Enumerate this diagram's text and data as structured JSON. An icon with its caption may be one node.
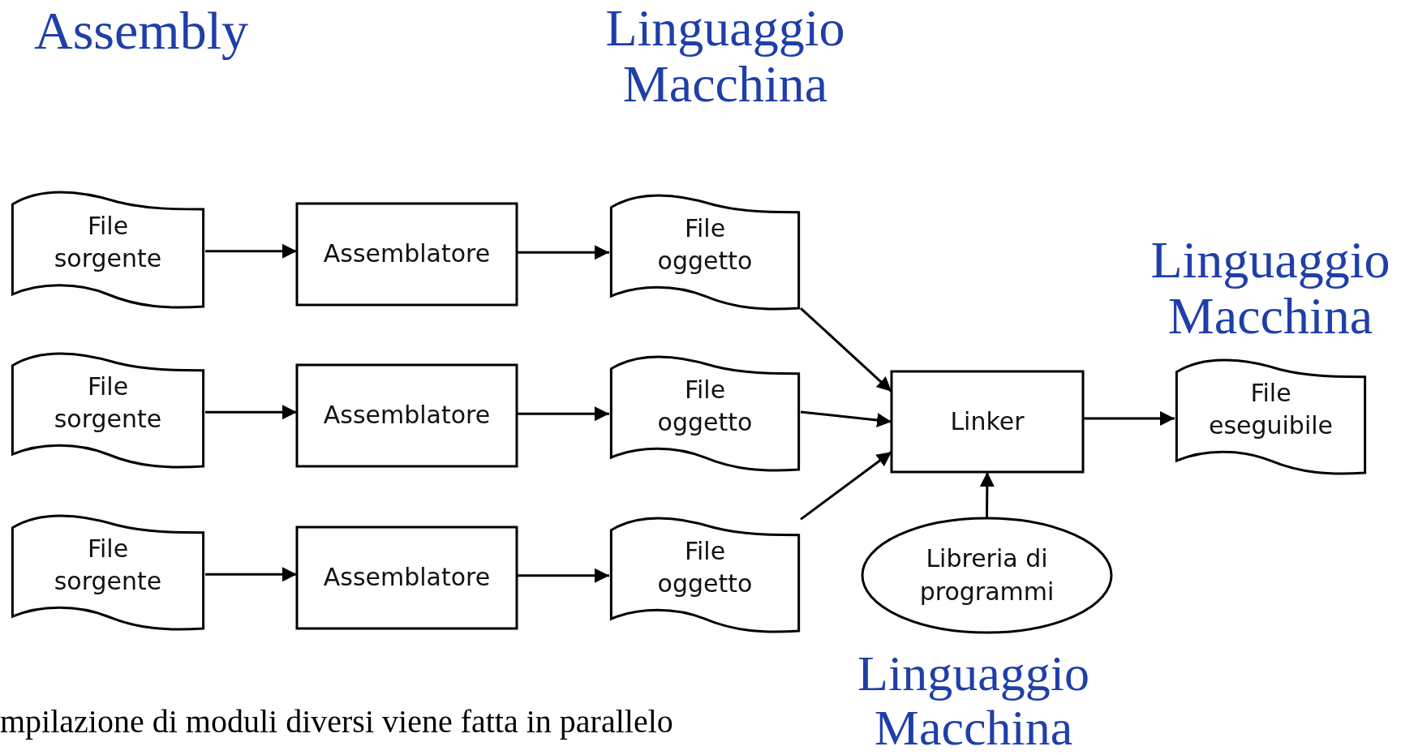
{
  "diagram": {
    "caption": "mpilazione di moduli diversi viene fatta in parallelo",
    "nodes": [
      {
        "text": [
          "File sorgente"
        ]
      },
      {
        "text": [
          "Assemblatore"
        ]
      },
      {
        "text": [
          "File oggetto"
        ]
      },
      {
        "text": [
          "File sorgente"
        ]
      },
      {
        "text": [
          "Assemblatore"
        ]
      },
      {
        "text": [
          "File oggetto"
        ]
      },
      {
        "text": [
          "File sorgente"
        ]
      },
      {
        "text": [
          "Assemblatore"
        ]
      },
      {
        "text": [
          "File oggetto"
        ]
      },
      {
        "text": [
          "Linker"
        ]
      },
      {
        "text": [
          "File eseguibile"
        ]
      },
      {
        "text": [
          "Libreria di programmi"
        ]
      }
    ],
    "edges": [
      {
        "from": 0,
        "to": 1,
        "arrow": "to"
      },
      {
        "from": 3,
        "to": 4,
        "arrow": "to"
      },
      {
        "from": 6,
        "to": 7,
        "arrow": "to"
      },
      {
        "from": 1,
        "to": 2,
        "arrow": "to"
      },
      {
        "from": 4,
        "to": 5,
        "arrow": "to"
      },
      {
        "from": 7,
        "to": 8,
        "arrow": "to"
      },
      {
        "from": 2,
        "to": 9,
        "arrow": "to"
      },
      {
        "from": 5,
        "to": 9,
        "arrow": "to"
      },
      {
        "from": 8,
        "to": 9,
        "arrow": "to"
      },
      {
        "from": 11,
        "to": 9,
        "arrow": "to"
      },
      {
        "from": 9,
        "to": 10,
        "arrow": "to"
      }
    ],
    "labels": [
      "Assembly",
      "Linguaggio Macchina",
      "Linguaggio Macchina",
      "Linguaggio Macchina"
    ]
  }
}
